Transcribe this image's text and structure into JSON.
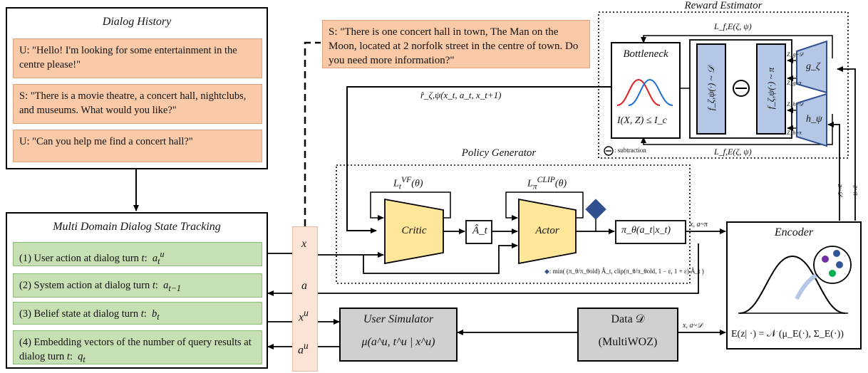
{
  "dialog_history": {
    "title": "Dialog History",
    "turns": [
      "U: \"Hello!  I'm looking for some entertainment in the centre please!\"",
      "S: \"There is a movie theatre, a concert hall, nightclubs, and museums. What would you like?\"",
      "U: \"Can you help me find a concert hall?\""
    ]
  },
  "dst": {
    "title": "Multi Domain Dialog State Tracking",
    "items": [
      "(1) User action at dialog turn t:  a_t^u",
      "(2) System action at dialog turn t:  a_{t-1}",
      "(3) Belief state at dialog turn t:  b_t",
      "(4) Embedding vectors of the number of query results at dialog turn t:  q_t"
    ]
  },
  "system_response": "S: \"There is one concert hall in town, The Man on the Moon, located at 2 norfolk street in the centre of town. Do you need more information?\"",
  "reward_estimator": {
    "title": "Reward Estimator",
    "bottleneck_title": "Bottleneck",
    "bottleneck_constraint": "I(X, Z) ≤ I_c",
    "f_data": "f_ζ,ψ(·) ~ 𝒟",
    "f_policy": "f_ζ,ψ(·) ~ π",
    "g": "g_ζ",
    "h": "h_ψ",
    "z_g_d": "Z_g~𝒟",
    "z_g_pi": "Z_g~π",
    "z_h_d": "Z_h~𝒟",
    "z_h_pi": "Z_h~π",
    "loss_top": "L_f,E(ζ, ψ)",
    "loss_bottom": "L_f,E(ζ, ψ)",
    "subtraction_note": ": subtraction"
  },
  "reward_label": "r̂_ζ,ψ(x_t, a_t, x_t+1)",
  "policy_generator": {
    "title": "Policy Generator",
    "critic": "Critic",
    "actor": "Actor",
    "critic_loss": "L_t^VF(θ)",
    "actor_loss": "L_π^CLIP(θ)",
    "advantage": "Â_t",
    "policy": "π_θ(a_t|x_t)",
    "clip_note": ": min( (π_θ/π_θold) Â_t,  clip(π_θ/π_θold, 1 − ε, 1 + ε) Â_t )"
  },
  "encoder": {
    "title": "Encoder",
    "formula": "E(z| ·) = 𝒩 (μ_E(·), Σ_E(·))"
  },
  "user_simulator": {
    "title": "User Simulator",
    "formula": "μ(a^u, t^u | x^u)"
  },
  "data": {
    "title": "Data 𝒟",
    "subtitle": "(MultiWOZ)"
  },
  "column_labels": {
    "x": "x",
    "a": "a",
    "xu": "x^u",
    "au": "a^u"
  },
  "edge_labels": {
    "x_a_pi": "x, a~π",
    "x_a_d": "x, a~𝒟",
    "z_d": "z~𝒟",
    "z_pi": "z~π"
  },
  "colors": {
    "salmon": "#f9c9a8",
    "green": "#c6e0b4",
    "yellow": "#ffe699",
    "blue_fill": "#b4c7e7",
    "navy": "#2f4f8f",
    "gray": "#d0d0d0",
    "red_curve": "#e02020",
    "blue_curve": "#1f6fd0"
  }
}
